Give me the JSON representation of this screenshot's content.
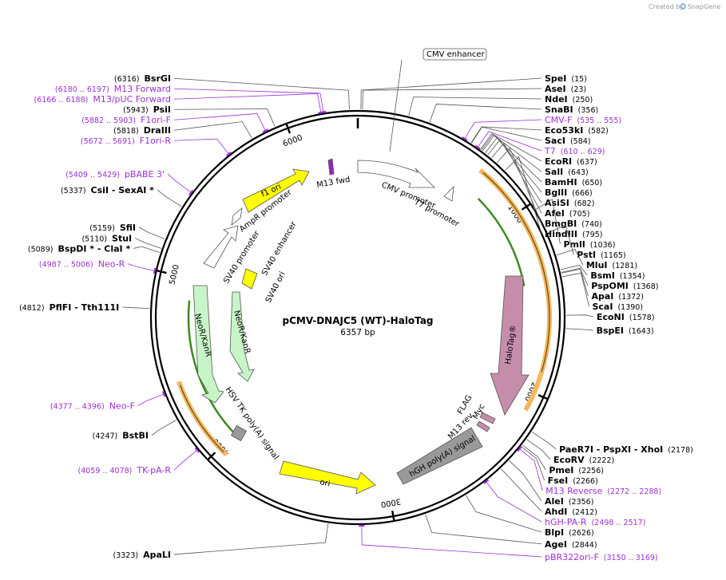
{
  "credit": {
    "text": "Created by",
    "brand": "SnapGene"
  },
  "plasmid": {
    "name": "pCMV-DNAJC5 (WT)-HaloTag",
    "length": "6357 bp",
    "size": 6357
  },
  "colors": {
    "primer": "#9b30d6",
    "ori": "#ffff00",
    "orange_arc": "#f4b860",
    "green_arc": "#3c8a1e"
  },
  "ticks": [
    {
      "value": 1000,
      "label": "1000"
    },
    {
      "value": 2000,
      "label": "2000"
    },
    {
      "value": 3000,
      "label": "3000"
    },
    {
      "value": 4000,
      "label": "4000"
    },
    {
      "value": 5000,
      "label": "5000"
    },
    {
      "value": 6000,
      "label": "6000"
    }
  ],
  "sites": [
    {
      "name": "SpeI",
      "pos": "(15)",
      "coord": 15
    },
    {
      "name": "AseI",
      "pos": "(23)",
      "coord": 23
    },
    {
      "name": "NdeI",
      "pos": "(250)",
      "coord": 250
    },
    {
      "name": "SnaBI",
      "pos": "(356)",
      "coord": 356
    },
    {
      "name": "Eco53kI",
      "pos": "(582)",
      "coord": 582
    },
    {
      "name": "SacI",
      "pos": "(584)",
      "coord": 584
    },
    {
      "name": "EcoRI",
      "pos": "(637)",
      "coord": 637
    },
    {
      "name": "SalI",
      "pos": "(643)",
      "coord": 643
    },
    {
      "name": "BamHI",
      "pos": "(650)",
      "coord": 650
    },
    {
      "name": "BglII",
      "pos": "(666)",
      "coord": 666
    },
    {
      "name": "AsiSI",
      "pos": "(682)",
      "coord": 682
    },
    {
      "name": "AfeI",
      "pos": "(705)",
      "coord": 705
    },
    {
      "name": "BmgBI",
      "pos": "(740)",
      "coord": 740
    },
    {
      "name": "HindIII",
      "pos": "(795)",
      "coord": 795
    },
    {
      "name": "PmlI",
      "pos": "(1036)",
      "coord": 1036
    },
    {
      "name": "PstI",
      "pos": "(1165)",
      "coord": 1165
    },
    {
      "name": "MluI",
      "pos": "(1281)",
      "coord": 1281
    },
    {
      "name": "BsmI",
      "pos": "(1354)",
      "coord": 1354
    },
    {
      "name": "PspOMI",
      "pos": "(1368)",
      "coord": 1368
    },
    {
      "name": "ApaI",
      "pos": "(1372)",
      "coord": 1372
    },
    {
      "name": "ScaI",
      "pos": "(1390)",
      "coord": 1390
    },
    {
      "name": "EcoNI",
      "pos": "(1578)",
      "coord": 1578
    },
    {
      "name": "BspEI",
      "pos": "(1643)",
      "coord": 1643
    },
    {
      "name": "PaeR7I - PspXI - XhoI",
      "pos": "(2178)",
      "coord": 2178
    },
    {
      "name": "EcoRV",
      "pos": "(2222)",
      "coord": 2222
    },
    {
      "name": "PmeI",
      "pos": "(2256)",
      "coord": 2256
    },
    {
      "name": "FseI",
      "pos": "(2266)",
      "coord": 2266
    },
    {
      "name": "AleI",
      "pos": "(2356)",
      "coord": 2356
    },
    {
      "name": "AhdI",
      "pos": "(2412)",
      "coord": 2412
    },
    {
      "name": "BlpI",
      "pos": "(2626)",
      "coord": 2626
    },
    {
      "name": "AgeI",
      "pos": "(2844)",
      "coord": 2844
    },
    {
      "name": "ApaLI",
      "pos": "(3323)",
      "coord": 3323
    },
    {
      "name": "BstBI",
      "pos": "(4247)",
      "coord": 4247
    },
    {
      "name": "PflFI - Tth111I",
      "pos": "(4812)",
      "coord": 4812
    },
    {
      "name": "BspDI * - ClaI *",
      "pos": "(5089)",
      "coord": 5089
    },
    {
      "name": "StuI",
      "pos": "(5110)",
      "coord": 5110
    },
    {
      "name": "SfiI",
      "pos": "(5159)",
      "coord": 5159
    },
    {
      "name": "CsiI - SexAI *",
      "pos": "(5337)",
      "coord": 5337
    },
    {
      "name": "DraIII",
      "pos": "(5818)",
      "coord": 5818
    },
    {
      "name": "PsiI",
      "pos": "(5943)",
      "coord": 5943
    },
    {
      "name": "BsrGI",
      "pos": "(6316)",
      "coord": 6316
    }
  ],
  "primers": [
    {
      "name": "CMV-F",
      "pos": "(535 .. 555)",
      "coord": 545
    },
    {
      "name": "T7",
      "pos": "(610 .. 629)",
      "coord": 620
    },
    {
      "name": "M13 Reverse",
      "pos": "(2272 .. 2288)",
      "coord": 2280
    },
    {
      "name": "hGH-PA-R",
      "pos": "(2498 .. 2517)",
      "coord": 2508
    },
    {
      "name": "pBR322ori-F",
      "pos": "(3150 .. 3169)",
      "coord": 3160
    },
    {
      "name": "TK-pA-R",
      "pos": "(4059 .. 4078)",
      "coord": 4069
    },
    {
      "name": "Neo-F",
      "pos": "(4377 .. 4396)",
      "coord": 4387
    },
    {
      "name": "Neo-R",
      "pos": "(4987 .. 5006)",
      "coord": 4997
    },
    {
      "name": "pBABE 3'",
      "pos": "(5409 .. 5429)",
      "coord": 5419
    },
    {
      "name": "F1ori-R",
      "pos": "(5672 .. 5691)",
      "coord": 5682
    },
    {
      "name": "F1ori-F",
      "pos": "(5882 .. 5903)",
      "coord": 5893
    },
    {
      "name": "M13/pUC Forward",
      "pos": "(6166 .. 6188)",
      "coord": 6177
    },
    {
      "name": "M13 Forward",
      "pos": "(6180 .. 6197)",
      "coord": 6189
    }
  ],
  "features": [
    {
      "label": "CMV enhancer"
    },
    {
      "label": "CMV promoter"
    },
    {
      "label": "T7 promoter"
    },
    {
      "label": "HaloTag®"
    },
    {
      "label": "FLAG"
    },
    {
      "label": "Myc"
    },
    {
      "label": "M13 rev"
    },
    {
      "label": "hGH poly(A) signal"
    },
    {
      "label": "ori"
    },
    {
      "label": "HSV TK poly(A) signal"
    },
    {
      "label": "NeoR/KanR"
    },
    {
      "label": "NeoR/KanR"
    },
    {
      "label": "SV40 promoter"
    },
    {
      "label": "SV40 enhancer"
    },
    {
      "label": "SV40 ori"
    },
    {
      "label": "AmpR promoter"
    },
    {
      "label": "f1 ori"
    },
    {
      "label": "M13 fwd"
    }
  ]
}
